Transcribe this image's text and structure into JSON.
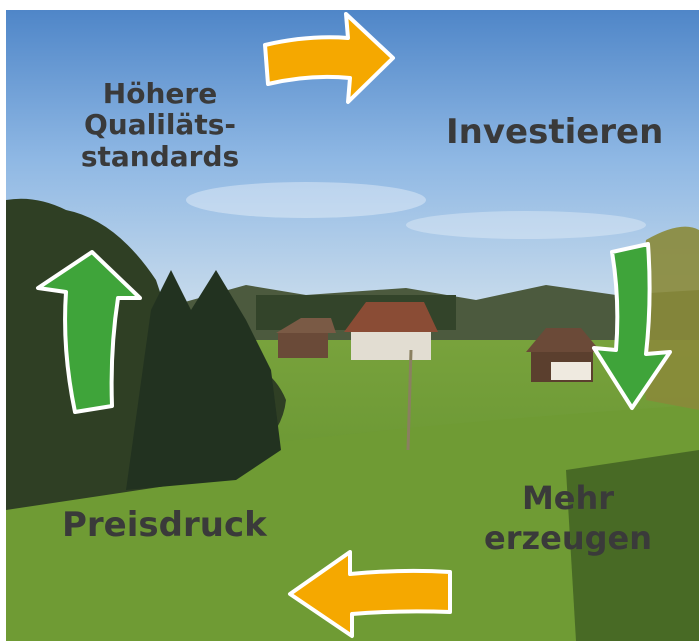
{
  "cycle": {
    "top_left_label": [
      "Höhere",
      "Qualiläts-",
      "standards"
    ],
    "top_right_label": "Investieren",
    "bottom_right_label": [
      "Mehr",
      "erzeugen"
    ],
    "bottom_left_label": "Preisdruck"
  },
  "colors": {
    "orange_arrow": "#f5a800",
    "green_arrow": "#3fa43a",
    "arrow_outline": "#ffffff",
    "text": "#3a3a3a"
  },
  "photo": {
    "scene": "landscape-with-farmhouses"
  }
}
